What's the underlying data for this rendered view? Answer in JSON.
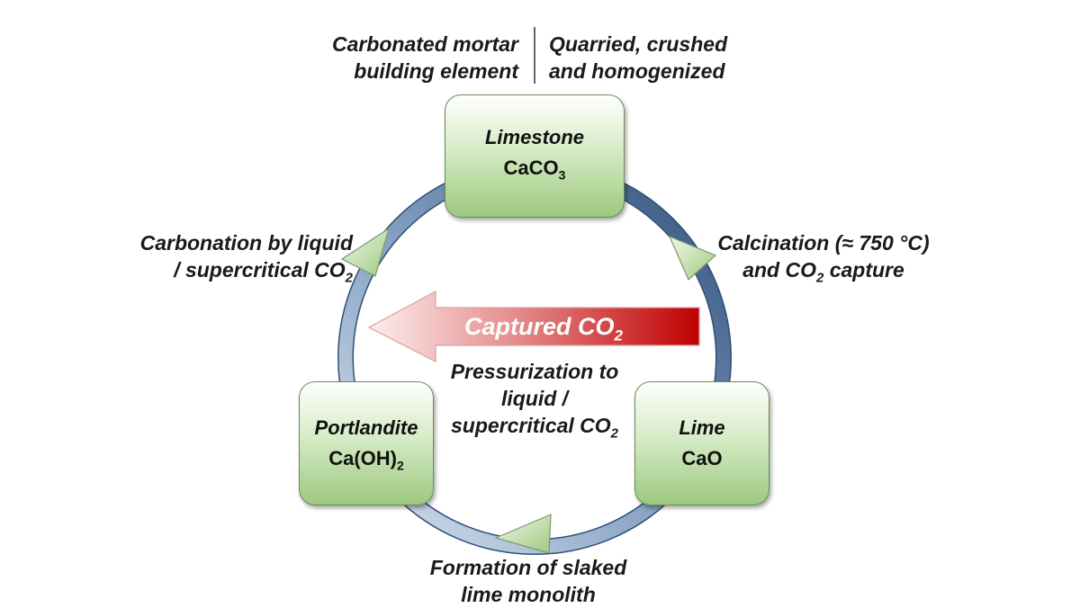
{
  "top": {
    "left_label": [
      "Carbonated mortar",
      "building element"
    ],
    "right_label": [
      "Quarried, crushed",
      "and homogenized"
    ]
  },
  "nodes": {
    "limestone": {
      "name": "Limestone",
      "formula": "CaCO",
      "sub": "3"
    },
    "lime": {
      "name": "Lime",
      "formula": "CaO",
      "sub": ""
    },
    "portlandite": {
      "name": "Portlandite",
      "formula": "Ca(OH)",
      "sub": "2"
    }
  },
  "steps": {
    "calcination": {
      "line1": "Calcination (≈ 750 °C)",
      "line2_pre": "and CO",
      "line2_sub": "2",
      "line2_post": " capture"
    },
    "slaking": {
      "line1": "Formation of slaked",
      "line2": "lime monolith"
    },
    "carbonation": {
      "line1": "Carbonation by liquid",
      "line2_pre": "/ supercritical CO",
      "line2_sub": "2"
    }
  },
  "captured": {
    "label_pre": "Captured CO",
    "label_sub": "2"
  },
  "pressurization": {
    "line1": "Pressurization to",
    "line2": "liquid /",
    "line3_pre": "supercritical CO",
    "line3_sub": "2"
  },
  "colors": {
    "cycle_light": "#c8d8e8",
    "cycle_dark": "#3a5a80",
    "box_green": "#9cc97f",
    "arrow_red": "#c00000"
  }
}
